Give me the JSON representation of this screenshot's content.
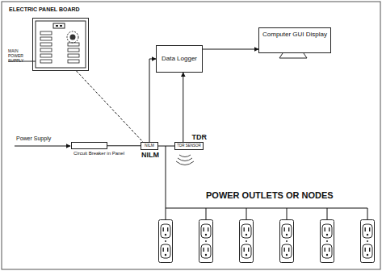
{
  "diagram": {
    "nodes": [
      {
        "text": [
          "ELECTRIC PANEL BOARD"
        ]
      },
      {
        "text": [
          "Data Logger"
        ]
      },
      {
        "text": [
          "Computer GUI Display"
        ]
      },
      {
        "text": [
          "Circuit Breaker in Panel"
        ]
      },
      {
        "text": [
          "NILM",
          "NILM"
        ]
      },
      {
        "text": [
          "TDR SENSOR",
          "TDR"
        ]
      }
    ],
    "edges": [
      {
        "from": 3,
        "to": 4,
        "arrow": "none"
      },
      {
        "from": 4,
        "to": 5,
        "arrow": "none"
      },
      {
        "from": 4,
        "to": 1,
        "arrow": "to"
      },
      {
        "from": 5,
        "to": 1,
        "arrow": "to"
      },
      {
        "from": 1,
        "to": 2,
        "arrow": "to"
      },
      {
        "from": 0,
        "to": 4,
        "arrow": "none"
      }
    ],
    "labels": [
      "MAIN POWER SUPPLY",
      "Power Supply",
      "POWER OUTLETS OR NODES"
    ]
  }
}
